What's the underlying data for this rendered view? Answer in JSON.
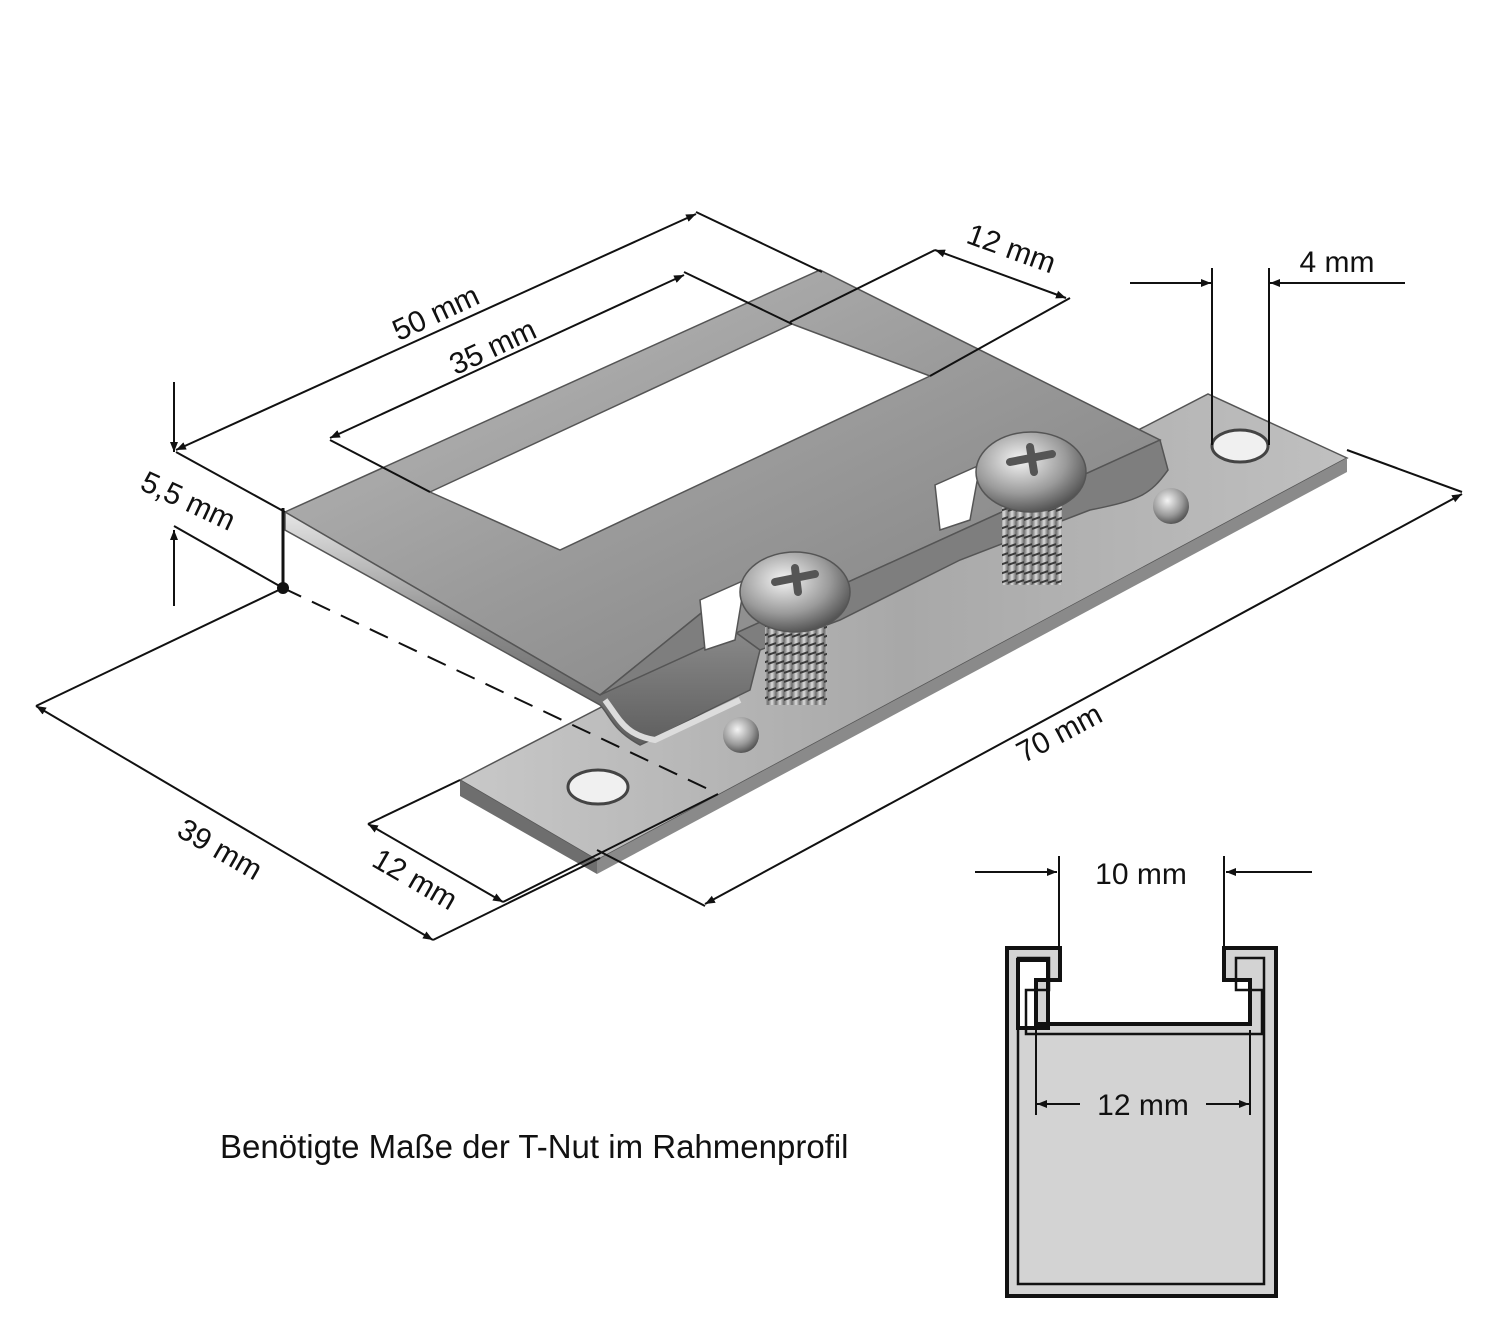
{
  "dimensions": {
    "top_width": "50 mm",
    "opening_width": "35 mm",
    "opening_depth": "12 mm",
    "hole_diameter": "4 mm",
    "height": "5,5 mm",
    "base_length": "70 mm",
    "width": "39 mm",
    "base_width": "12 mm"
  },
  "profile": {
    "slot_opening": "10 mm",
    "slot_inner_width": "12 mm",
    "caption": "Benötigte Maße der T-Nut im Rahmenprofil"
  },
  "colors": {
    "metal_light": "#d9d9d9",
    "metal_mid": "#a6a6a6",
    "metal_dark": "#5a5a5a",
    "profile_fill": "#d3d3d3",
    "line": "#111111"
  }
}
